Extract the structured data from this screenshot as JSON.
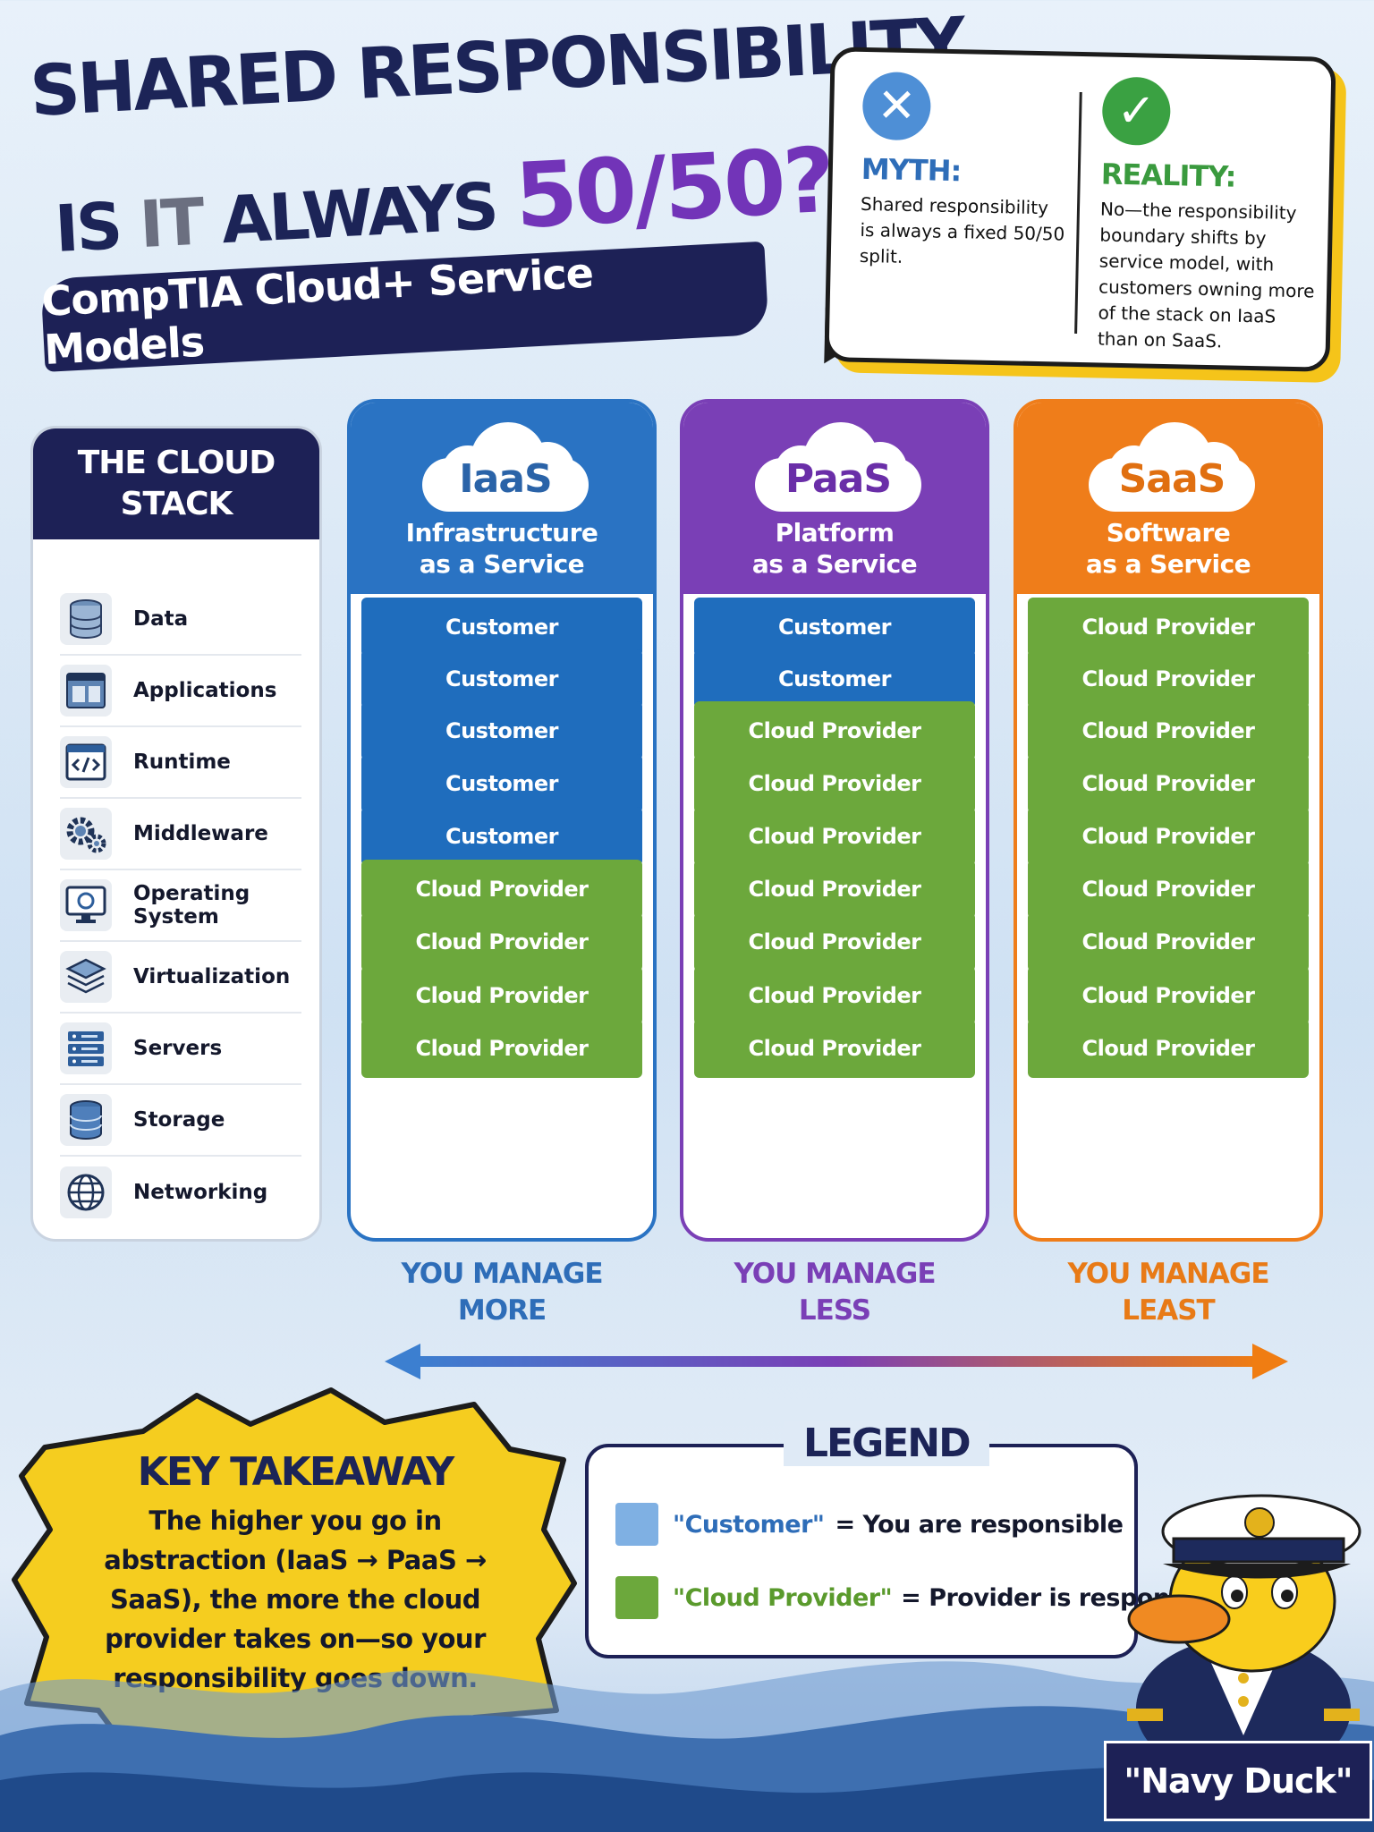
{
  "title": {
    "line1": "SHARED RESPONSIBILITY",
    "line2_a": "IS ",
    "line2_b": "IT",
    "line2_c": " ALWAYS ",
    "line2_num": "50/50?",
    "subtitle": "CompTIA Cloud+ Service Models"
  },
  "myth": {
    "icon": "x-icon",
    "heading": "MYTH:",
    "text": "Shared responsibility is always a fixed 50/50 split."
  },
  "reality": {
    "icon": "check-icon",
    "heading": "REALITY:",
    "text": "No—the responsibility boundary shifts by service model, with customers owning more of the stack on IaaS than on SaaS."
  },
  "stack": {
    "heading_1": "THE CLOUD",
    "heading_2": "STACK",
    "layers": [
      {
        "label": "Data",
        "icon": "database-icon"
      },
      {
        "label": "Applications",
        "icon": "application-icon"
      },
      {
        "label": "Runtime",
        "icon": "code-icon"
      },
      {
        "label": "Middleware",
        "icon": "gears-icon"
      },
      {
        "label": "Operating System",
        "icon": "monitor-icon"
      },
      {
        "label": "Virtualization",
        "icon": "layers-icon"
      },
      {
        "label": "Servers",
        "icon": "server-icon"
      },
      {
        "label": "Storage",
        "icon": "storage-icon"
      },
      {
        "label": "Networking",
        "icon": "globe-icon"
      }
    ]
  },
  "columns": [
    {
      "name": "IaaS",
      "sub_1": "Infrastructure",
      "sub_2": "as a Service",
      "color": "#2a73c3",
      "cells": [
        "Customer",
        "Customer",
        "Customer",
        "Customer",
        "Customer",
        "Cloud Provider",
        "Cloud Provider",
        "Cloud Provider",
        "Cloud Provider"
      ],
      "manage_1": "YOU MANAGE",
      "manage_2": "MORE"
    },
    {
      "name": "PaaS",
      "sub_1": "Platform",
      "sub_2": "as a Service",
      "color": "#7a3fb6",
      "cells": [
        "Customer",
        "Customer",
        "Cloud Provider",
        "Cloud Provider",
        "Cloud Provider",
        "Cloud Provider",
        "Cloud Provider",
        "Cloud Provider",
        "Cloud Provider"
      ],
      "manage_1": "YOU MANAGE",
      "manage_2": "LESS"
    },
    {
      "name": "SaaS",
      "sub_1": "Software",
      "sub_2": "as a Service",
      "color": "#ef7d1a",
      "cells": [
        "Cloud Provider",
        "Cloud Provider",
        "Cloud Provider",
        "Cloud Provider",
        "Cloud Provider",
        "Cloud Provider",
        "Cloud Provider",
        "Cloud Provider",
        "Cloud Provider"
      ],
      "manage_1": "YOU MANAGE",
      "manage_2": "LEAST"
    }
  ],
  "colors": {
    "customer": "#1f6dbd",
    "provider": "#6ca83c",
    "navy": "#1d2156"
  },
  "takeaway": {
    "title": "KEY TAKEAWAY",
    "text": "The higher you go in abstraction (IaaS → PaaS → SaaS), the more the cloud provider takes on—so your responsibility goes down."
  },
  "legend": {
    "title": "LEGEND",
    "customer_key": "\"Customer\"",
    "customer_desc": "= You are responsible",
    "provider_key": "\"Cloud Provider\"",
    "provider_desc": "= Provider is responsible"
  },
  "mascot": {
    "label": "\"Navy Duck\""
  }
}
